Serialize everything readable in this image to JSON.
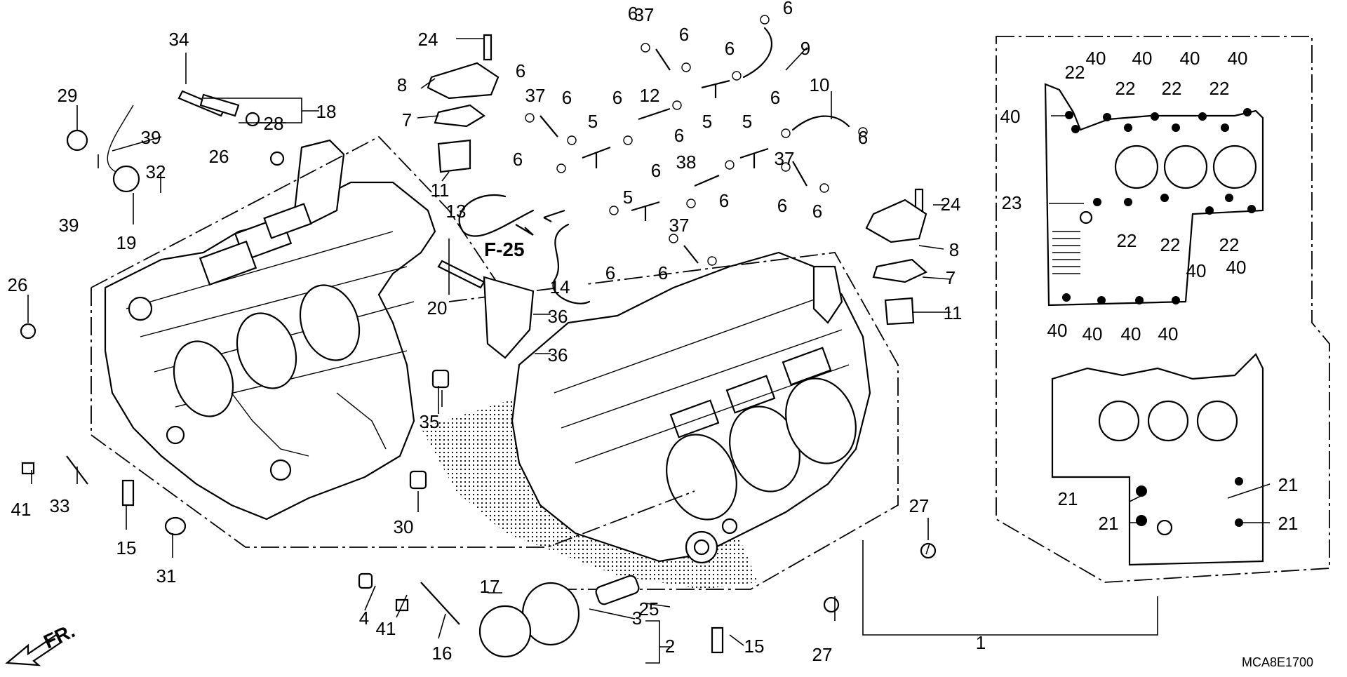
{
  "diagram": {
    "section_ref": "F-25",
    "drawing_code": "MCA8E1700",
    "direction_label": "FR.",
    "callouts": [
      {
        "id": "c1",
        "text": "1"
      },
      {
        "id": "c2",
        "text": "2"
      },
      {
        "id": "c3",
        "text": "3"
      },
      {
        "id": "c4",
        "text": "4"
      },
      {
        "id": "c5a",
        "text": "5"
      },
      {
        "id": "c5b",
        "text": "5"
      },
      {
        "id": "c5c",
        "text": "5"
      },
      {
        "id": "c5d",
        "text": "5"
      },
      {
        "id": "c6a",
        "text": "6"
      },
      {
        "id": "c6b",
        "text": "6"
      },
      {
        "id": "c6c",
        "text": "6"
      },
      {
        "id": "c6d",
        "text": "6"
      },
      {
        "id": "c6e",
        "text": "6"
      },
      {
        "id": "c6f",
        "text": "6"
      },
      {
        "id": "c6g",
        "text": "6"
      },
      {
        "id": "c6h",
        "text": "6"
      },
      {
        "id": "c6i",
        "text": "6"
      },
      {
        "id": "c6j",
        "text": "6"
      },
      {
        "id": "c6k",
        "text": "6"
      },
      {
        "id": "c6l",
        "text": "6"
      },
      {
        "id": "c6m",
        "text": "6"
      },
      {
        "id": "c6n",
        "text": "6"
      },
      {
        "id": "c6o",
        "text": "6"
      },
      {
        "id": "c6p",
        "text": "6"
      },
      {
        "id": "c6q",
        "text": "6"
      },
      {
        "id": "c7a",
        "text": "7"
      },
      {
        "id": "c7b",
        "text": "7"
      },
      {
        "id": "c8a",
        "text": "8"
      },
      {
        "id": "c8b",
        "text": "8"
      },
      {
        "id": "c9",
        "text": "9"
      },
      {
        "id": "c10",
        "text": "10"
      },
      {
        "id": "c11a",
        "text": "11"
      },
      {
        "id": "c11b",
        "text": "11"
      },
      {
        "id": "c12",
        "text": "12"
      },
      {
        "id": "c13",
        "text": "13"
      },
      {
        "id": "c14",
        "text": "14"
      },
      {
        "id": "c15a",
        "text": "15"
      },
      {
        "id": "c15b",
        "text": "15"
      },
      {
        "id": "c16",
        "text": "16"
      },
      {
        "id": "c17",
        "text": "17"
      },
      {
        "id": "c18",
        "text": "18"
      },
      {
        "id": "c19",
        "text": "19"
      },
      {
        "id": "c20",
        "text": "20"
      },
      {
        "id": "c21a",
        "text": "21"
      },
      {
        "id": "c21b",
        "text": "21"
      },
      {
        "id": "c21c",
        "text": "21"
      },
      {
        "id": "c21d",
        "text": "21"
      },
      {
        "id": "c22a",
        "text": "22"
      },
      {
        "id": "c22b",
        "text": "22"
      },
      {
        "id": "c22c",
        "text": "22"
      },
      {
        "id": "c22d",
        "text": "22"
      },
      {
        "id": "c22e",
        "text": "22"
      },
      {
        "id": "c22f",
        "text": "22"
      },
      {
        "id": "c22g",
        "text": "22"
      },
      {
        "id": "c23",
        "text": "23"
      },
      {
        "id": "c24a",
        "text": "24"
      },
      {
        "id": "c24b",
        "text": "24"
      },
      {
        "id": "c25",
        "text": "25"
      },
      {
        "id": "c26a",
        "text": "26"
      },
      {
        "id": "c26b",
        "text": "26"
      },
      {
        "id": "c27a",
        "text": "27"
      },
      {
        "id": "c27b",
        "text": "27"
      },
      {
        "id": "c28",
        "text": "28"
      },
      {
        "id": "c29",
        "text": "29"
      },
      {
        "id": "c30",
        "text": "30"
      },
      {
        "id": "c31",
        "text": "31"
      },
      {
        "id": "c32",
        "text": "32"
      },
      {
        "id": "c33",
        "text": "33"
      },
      {
        "id": "c34",
        "text": "34"
      },
      {
        "id": "c35",
        "text": "35"
      },
      {
        "id": "c36a",
        "text": "36"
      },
      {
        "id": "c36b",
        "text": "36"
      },
      {
        "id": "c37a",
        "text": "37"
      },
      {
        "id": "c37b",
        "text": "37"
      },
      {
        "id": "c37c",
        "text": "37"
      },
      {
        "id": "c37d",
        "text": "37"
      },
      {
        "id": "c38",
        "text": "38"
      },
      {
        "id": "c39a",
        "text": "39"
      },
      {
        "id": "c39b",
        "text": "39"
      },
      {
        "id": "c40a",
        "text": "40"
      },
      {
        "id": "c40b",
        "text": "40"
      },
      {
        "id": "c40c",
        "text": "40"
      },
      {
        "id": "c40d",
        "text": "40"
      },
      {
        "id": "c40e",
        "text": "40"
      },
      {
        "id": "c40f",
        "text": "40"
      },
      {
        "id": "c40g",
        "text": "40"
      },
      {
        "id": "c40h",
        "text": "40"
      },
      {
        "id": "c40i",
        "text": "40"
      },
      {
        "id": "c40j",
        "text": "40"
      },
      {
        "id": "c40k",
        "text": "40"
      },
      {
        "id": "c41a",
        "text": "41"
      },
      {
        "id": "c41b",
        "text": "41"
      }
    ]
  }
}
